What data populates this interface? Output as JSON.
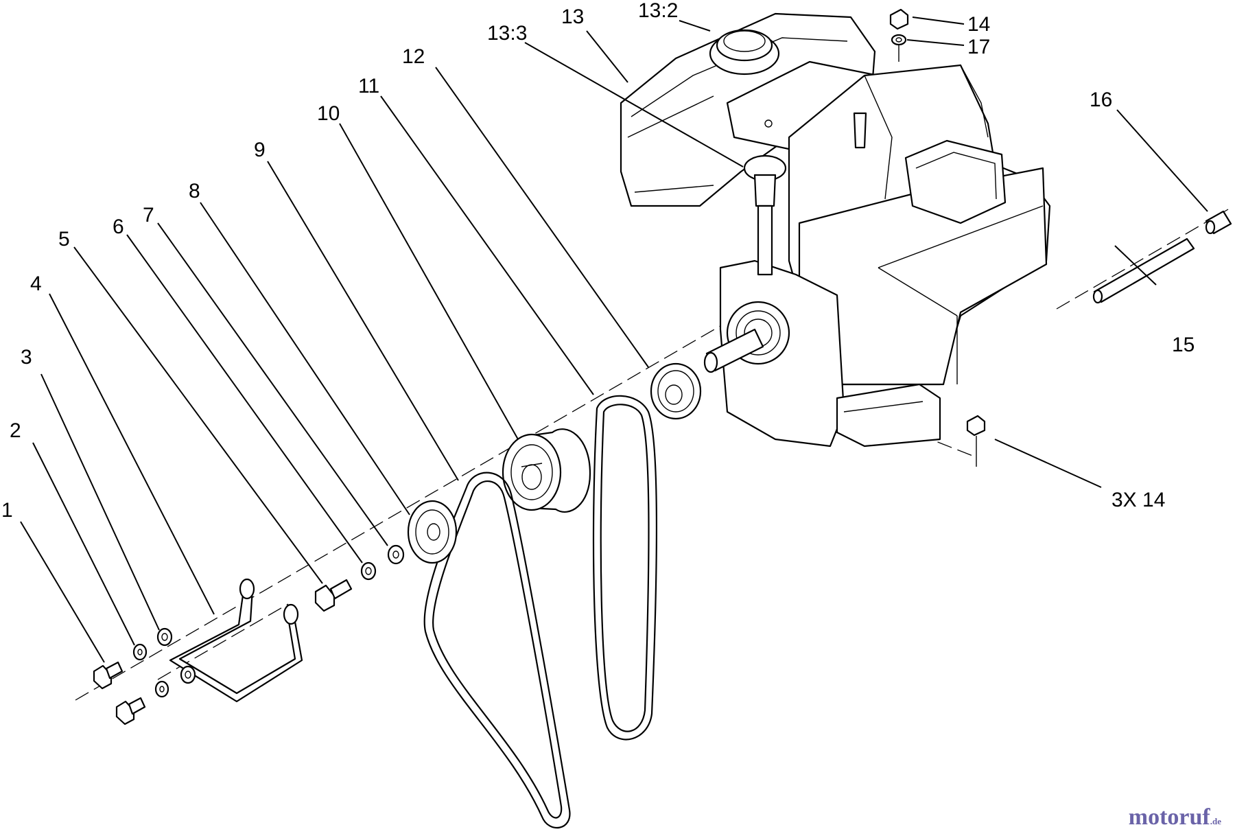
{
  "callouts": {
    "c1": "1",
    "c2": "2",
    "c3": "3",
    "c4": "4",
    "c5": "5",
    "c6": "6",
    "c7": "7",
    "c8": "8",
    "c9": "9",
    "c10": "10",
    "c11": "11",
    "c12": "12",
    "c13": "13",
    "c13_2": "13:2",
    "c13_3": "13:3",
    "c14": "14",
    "c17": "17",
    "c16": "16",
    "c15": "15",
    "c3x14": "3X 14"
  },
  "watermark": {
    "name": "motoruf",
    "tld": ".de",
    "color": "#6a63a8"
  }
}
